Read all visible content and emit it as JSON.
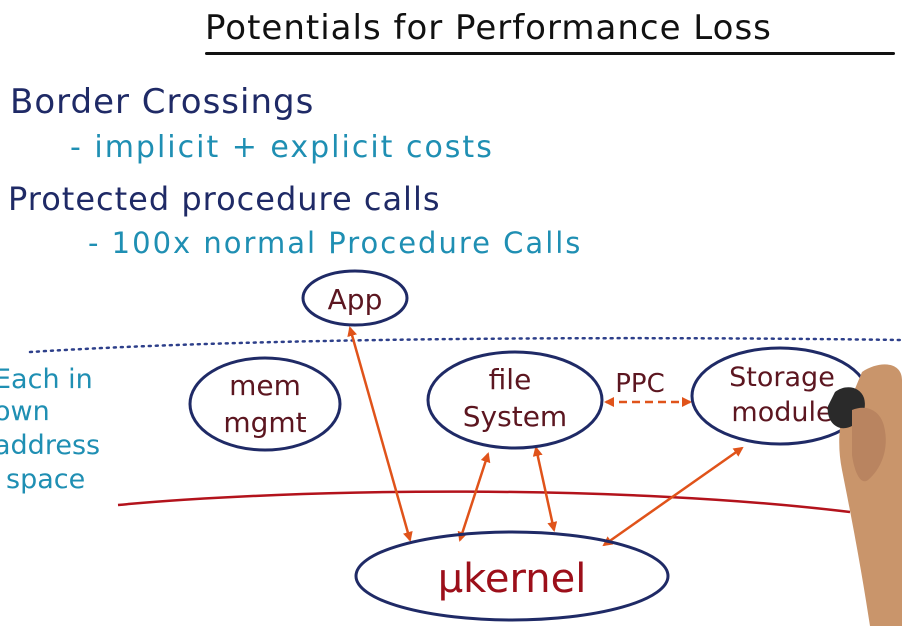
{
  "title": "Potentials for Performance Loss",
  "bullets": [
    {
      "text": "Border Crossings",
      "sub": "- implicit + explicit costs"
    },
    {
      "text": "Protected procedure calls",
      "sub": "- 100x normal Procedure Calls"
    }
  ],
  "side_note": [
    "Each in",
    "own",
    "address",
    "space"
  ],
  "nodes": {
    "app": "App",
    "mem_mgmt": [
      "mem",
      "mgmt"
    ],
    "file_system": [
      "file",
      "System"
    ],
    "storage_module": [
      "Storage",
      "module"
    ],
    "kernel": "μkernel"
  },
  "ppc_label": "PPC",
  "colors": {
    "title": "#111111",
    "heading": "#1f2a66",
    "subpoint": "#1f8fb3",
    "node_outline": "#1f2a66",
    "node_text": "#5c1620",
    "arrows": "#e0531a",
    "kernel_boundary": "#b3131c",
    "address_space_boundary": "#2d3f8a"
  }
}
